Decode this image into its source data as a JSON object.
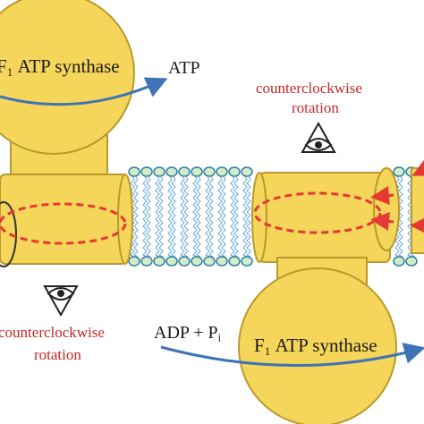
{
  "top_left_unit": {
    "f1_label": {
      "prefix": "F",
      "subscript": "1",
      "suffix": "ATP synthase"
    },
    "product_label": "ATP",
    "rotation_label_line1": "counterclockwise",
    "rotation_label_line2": "rotation"
  },
  "bottom_right_unit": {
    "f1_label": {
      "prefix": "F",
      "subscript": "1",
      "suffix": "ATP synthase"
    },
    "substrate_label": {
      "prefix": "ADP + P",
      "subscript": "i"
    },
    "rotation_label_line1": "counterclockwise",
    "rotation_label_line2": "rotation"
  },
  "colors": {
    "protein_fill": "#f5d55a",
    "protein_stroke": "#b89a2c",
    "membrane_head": "#d3ecc7",
    "membrane_head_stroke": "#2f7fa8",
    "membrane_tail": "#6aa8d8",
    "rotation_arrow": "#e53935",
    "reaction_arrow": "#3e73b5",
    "label_text": "#1a1a1a",
    "rotation_text": "#c62828"
  },
  "icons": [
    "eye-icon-top",
    "eye-icon-bottom"
  ]
}
